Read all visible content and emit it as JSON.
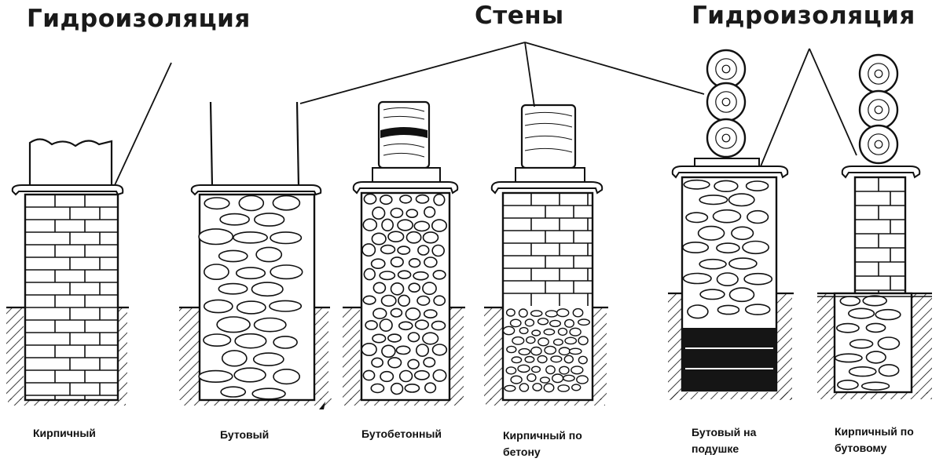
{
  "labels": {
    "waterproofing_left": "Гидроизоляция",
    "walls": "Стены",
    "waterproofing_right": "Гидроизоляция"
  },
  "captions": {
    "brick": "Кирпичный",
    "rubble": "Бутовый",
    "rubble_concrete": "Бутобетонный",
    "brick_on_concrete": "Кирпичный по бетону",
    "rubble_on_cushion": "Бутовый на подушке",
    "brick_on_rubble": "Кирпичный по бутовому"
  }
}
